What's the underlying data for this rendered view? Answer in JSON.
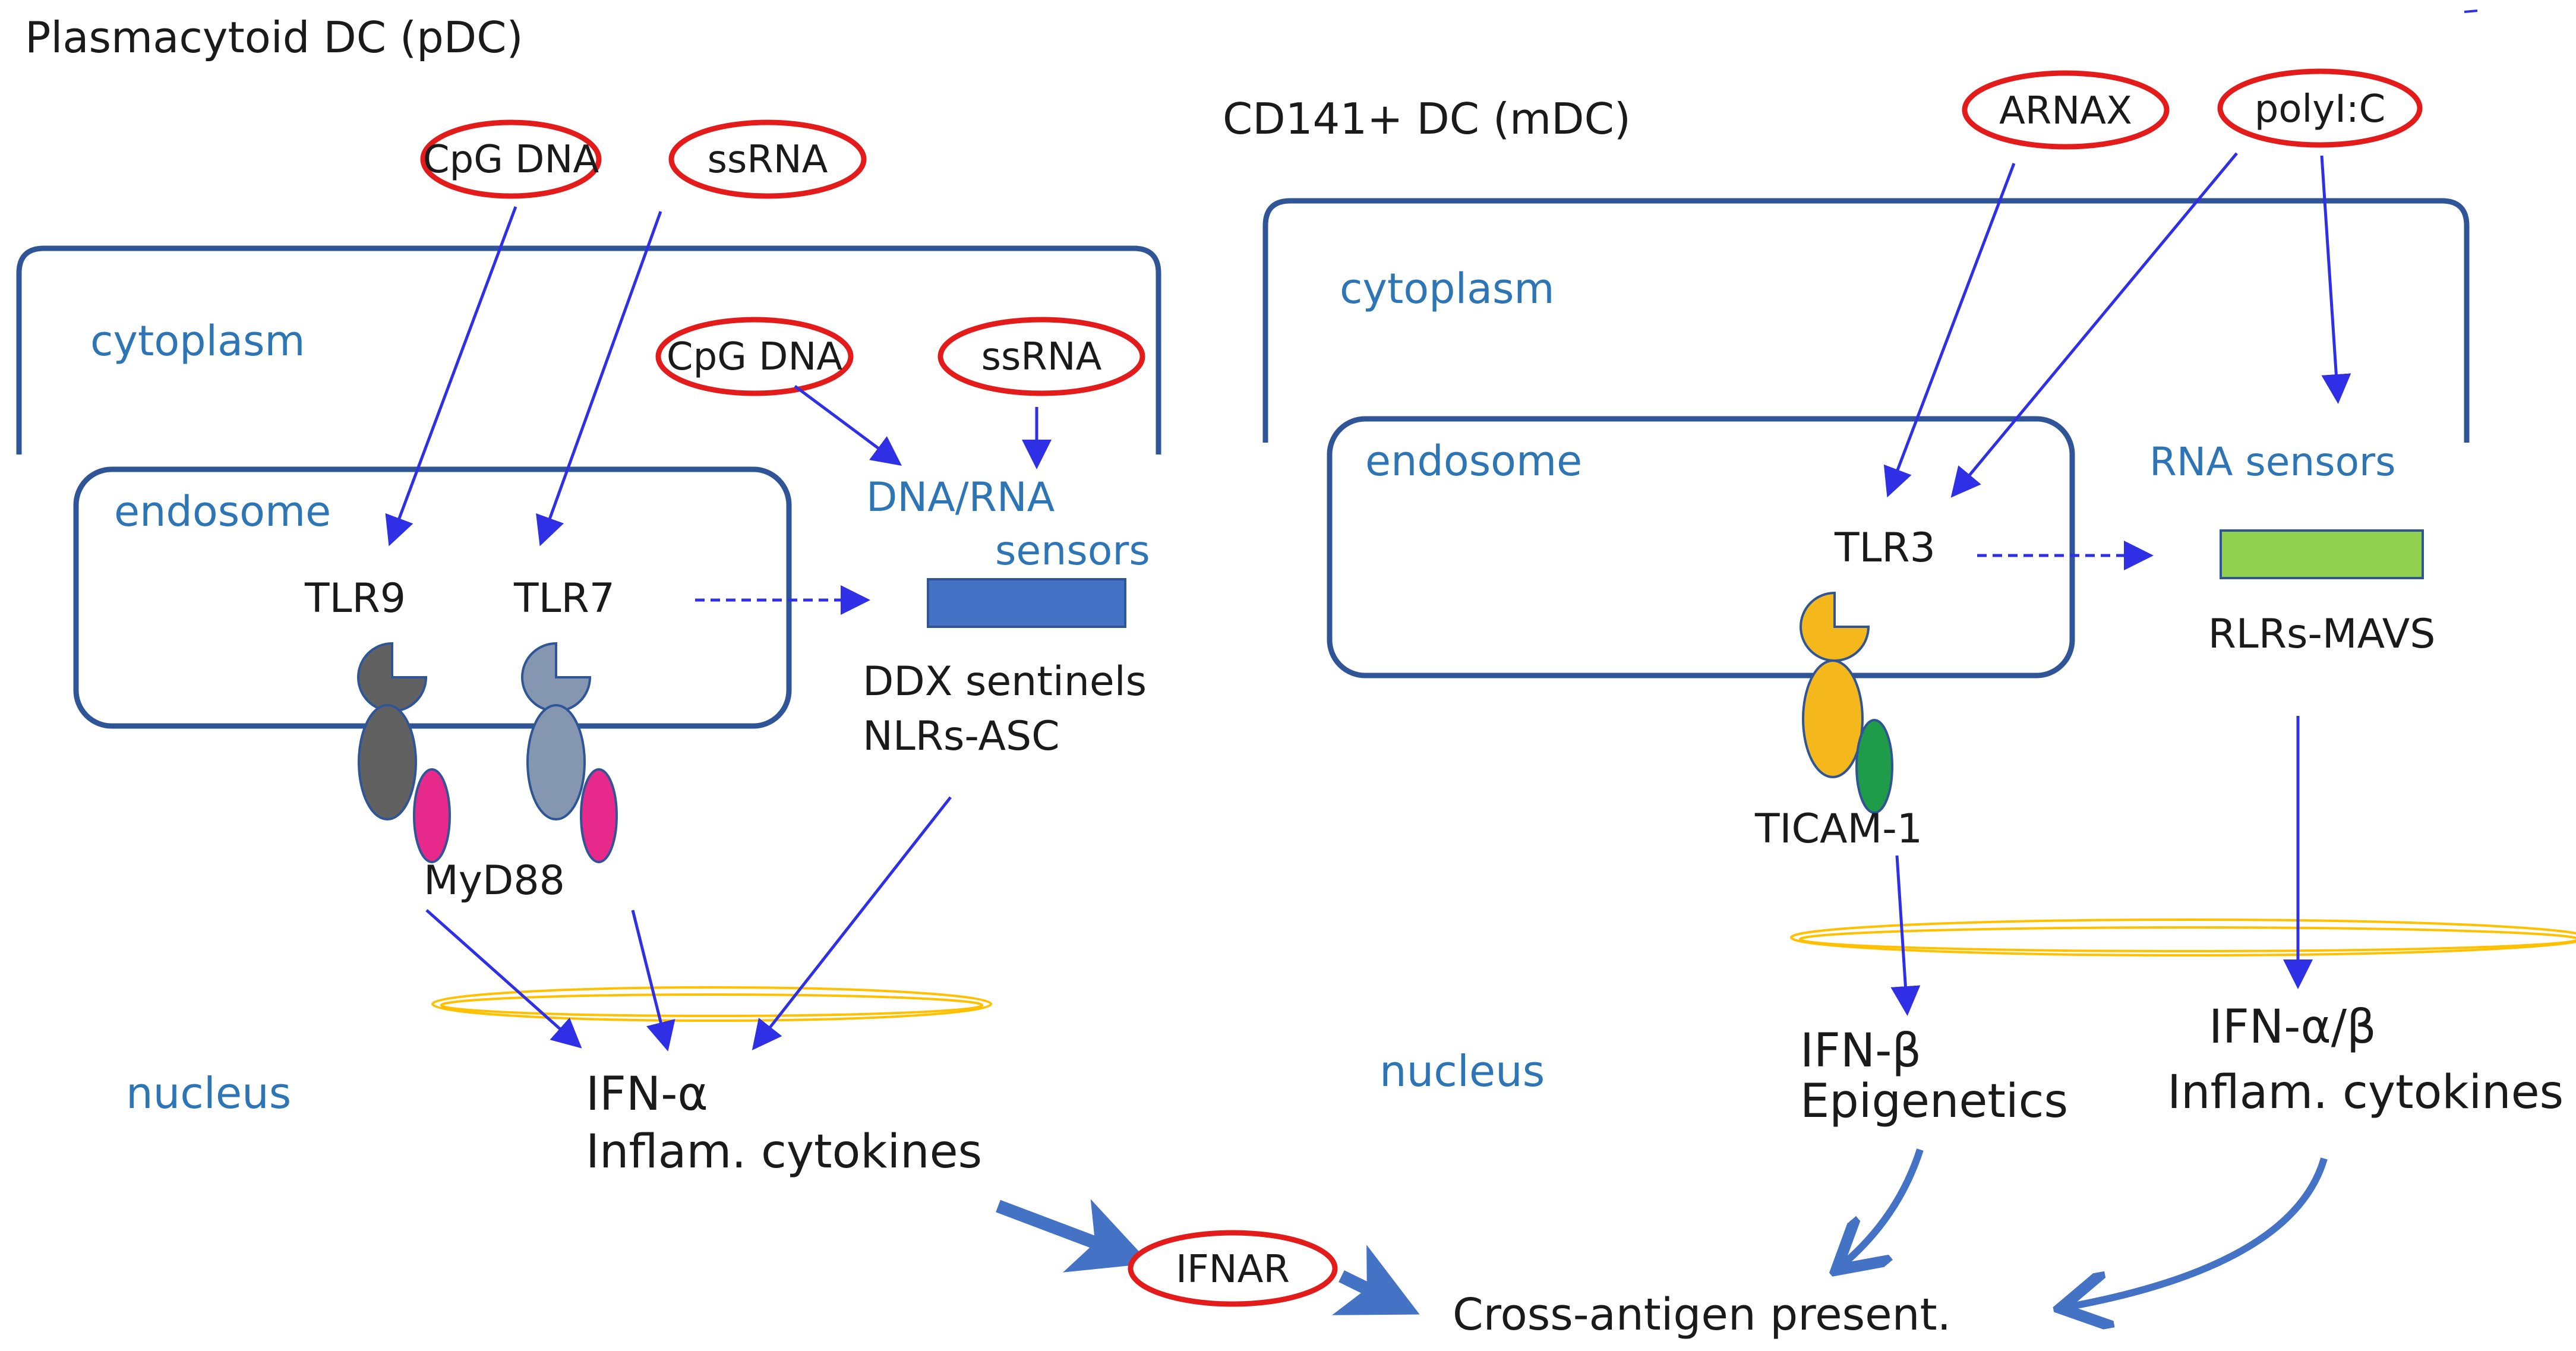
{
  "colors": {
    "cell_border": "#2f5597",
    "arrow": "#2f2fe6",
    "big_arrow": "#4472c4",
    "ligand_ring": "#e31b1b",
    "label_blue": "#2e75b6",
    "tlr9": "#616161",
    "tlr7": "#8496b0",
    "myd88": "#e8298c",
    "tlr3": "#f4b81c",
    "ticam1": "#1e9c4a",
    "dna_rna_sensor": "#4472c4",
    "rlrs_mavs": "#92d050",
    "nuclear_membrane": "#ffc000"
  },
  "pdc": {
    "title": "Plasmacytoid DC (pDC)",
    "cytoplasm_label": "cytoplasm",
    "endosome_label": "endosome",
    "nucleus_label": "nucleus",
    "ligands_outside": [
      "CpG DNA",
      "ssRNA"
    ],
    "ligands_inside": [
      "CpG DNA",
      "ssRNA"
    ],
    "tlr9": "TLR9",
    "tlr7": "TLR7",
    "adaptor": "MyD88",
    "sensor_label_1": "DNA/RNA",
    "sensor_label_2": "sensors",
    "sensor_names_1": "DDX sentinels",
    "sensor_names_2": "NLRs-ASC",
    "output_1": "IFN-α",
    "output_2": "Inflam. cytokines"
  },
  "mdc": {
    "title": "CD141+ DC (mDC)",
    "cytoplasm_label": "cytoplasm",
    "endosome_label": "endosome",
    "nucleus_label": "nucleus",
    "ligands": [
      "ARNAX",
      "polyI:C"
    ],
    "tlr3": "TLR3",
    "adaptor": "TICAM-1",
    "rna_sensors": "RNA  sensors",
    "rlrs": "RLRs-MAVS",
    "output_left_1": "IFN-β",
    "output_left_2": "Epigenetics",
    "output_right_1": "IFN-α/β",
    "output_right_2": "Inflam. cytokines"
  },
  "shared": {
    "ifnar": "IFNAR",
    "cross_present": "Cross-antigen present."
  }
}
